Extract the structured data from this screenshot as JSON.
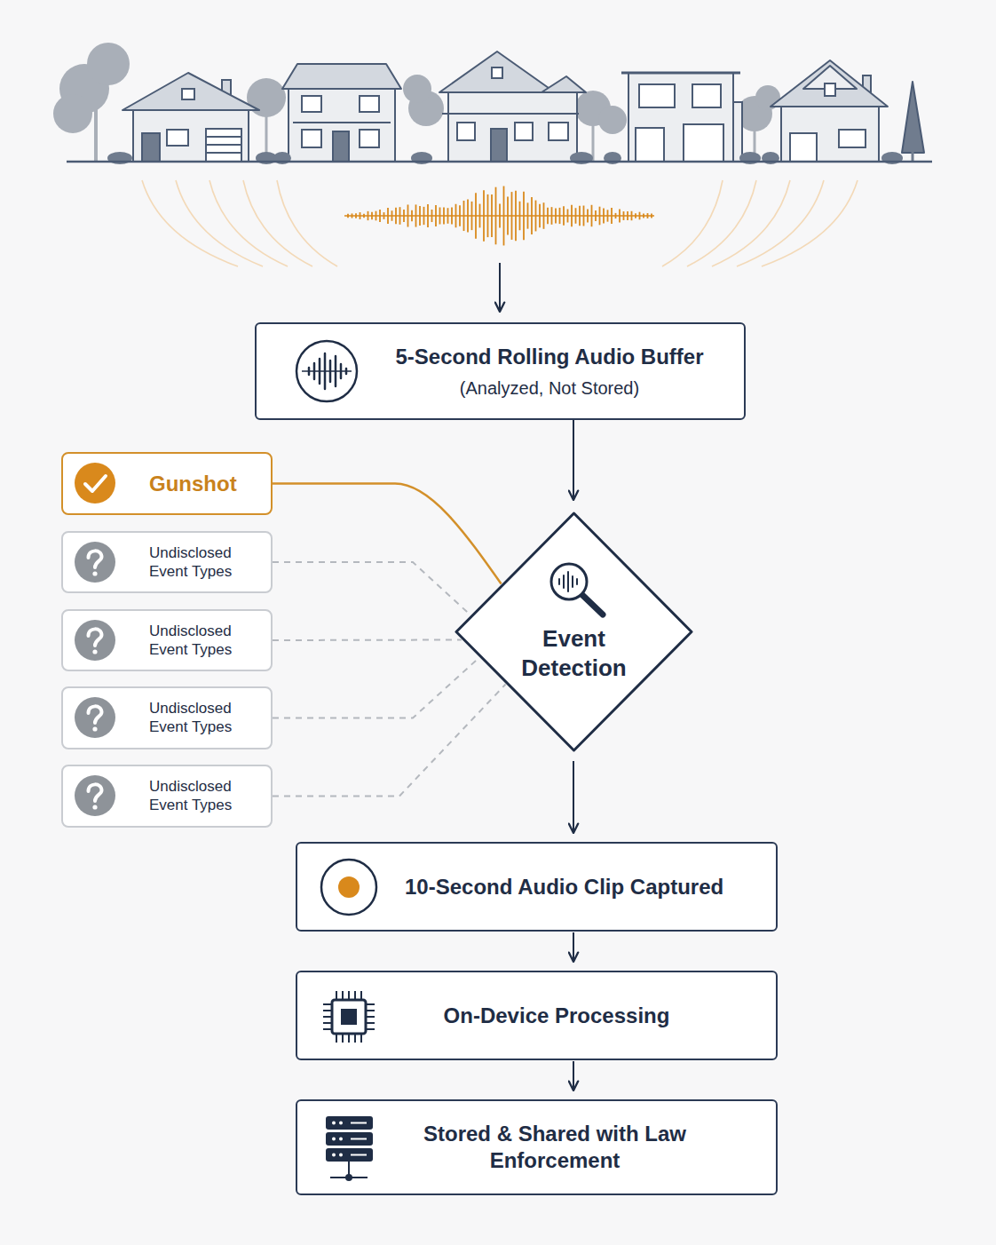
{
  "diagram": {
    "nodes": [
      {
        "text": [
          "5-Second Rolling Audio Buffer",
          "(Analyzed, Not Stored)"
        ]
      },
      {
        "text": [
          "Gunshot"
        ]
      },
      {
        "text": [
          "Undisclosed Event Types"
        ]
      },
      {
        "text": [
          "Undisclosed Event Types"
        ]
      },
      {
        "text": [
          "Undisclosed Event Types"
        ]
      },
      {
        "text": [
          "Undisclosed Event Types"
        ]
      },
      {
        "text": [
          "Event Detection"
        ]
      },
      {
        "text": [
          "10-Second Audio Clip Captured"
        ]
      },
      {
        "text": [
          "On-Device Processing"
        ]
      },
      {
        "text": [
          "Stored & Shared with Law Enforcement"
        ]
      }
    ],
    "edges": [
      {
        "from": 0,
        "to": 6,
        "arrow": "to"
      },
      {
        "from": 1,
        "to": 6,
        "arrow": "none"
      },
      {
        "from": 2,
        "to": 6,
        "arrow": "none"
      },
      {
        "from": 3,
        "to": 6,
        "arrow": "none"
      },
      {
        "from": 4,
        "to": 6,
        "arrow": "none"
      },
      {
        "from": 5,
        "to": 6,
        "arrow": "none"
      },
      {
        "from": 6,
        "to": 7,
        "arrow": "to"
      },
      {
        "from": 7,
        "to": 8,
        "arrow": "to"
      },
      {
        "from": 8,
        "to": 9,
        "arrow": "to"
      }
    ]
  }
}
